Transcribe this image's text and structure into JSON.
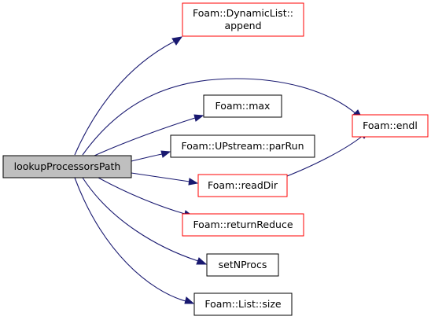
{
  "graph": {
    "root": {
      "label": "lookupProcessorsPath"
    },
    "nodes": {
      "append": {
        "label_line1": "Foam::DynamicList::",
        "label_line2": "append"
      },
      "max": {
        "label": "Foam::max"
      },
      "parRun": {
        "label": "Foam::UPstream::parRun"
      },
      "readDir": {
        "label": "Foam::readDir"
      },
      "returnReduce": {
        "label": "Foam::returnReduce"
      },
      "setNProcs": {
        "label": "setNProcs"
      },
      "size": {
        "label": "Foam::List::size"
      },
      "endl": {
        "label": "Foam::endl"
      }
    },
    "colors": {
      "edge": "#191970",
      "documented_border": "#ff0000",
      "plain_border": "#000000",
      "root_fill": "#bfbfbf"
    }
  }
}
